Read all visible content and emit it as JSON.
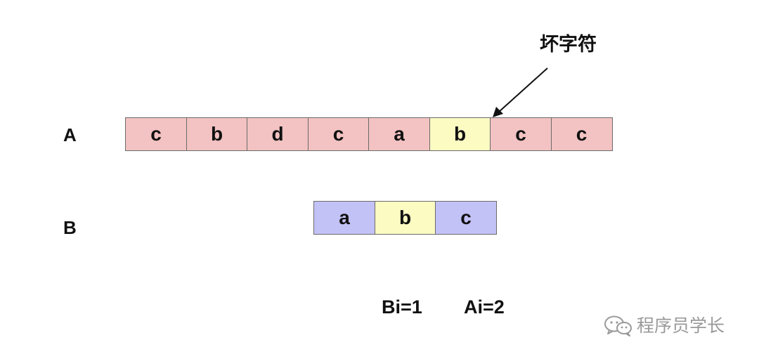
{
  "rows": {
    "a": {
      "label": "A",
      "cells": [
        "c",
        "b",
        "d",
        "c",
        "a",
        "b",
        "c",
        "c"
      ],
      "highlight_index": 5
    },
    "b": {
      "label": "B",
      "cells": [
        "a",
        "b",
        "c"
      ],
      "highlight_index": 1
    }
  },
  "annotations": {
    "bad_char": "坏字符",
    "bi": "Bi=1",
    "ai": "Ai=2"
  },
  "watermark": {
    "text": "程序员学长",
    "icon": "wechat-icon"
  },
  "colors": {
    "row_a_fill": "#f3c2c2",
    "row_b_fill": "#c3c2f6",
    "bad_char_fill": "#fbfbc2",
    "cell_border": "#6b6b6b"
  }
}
